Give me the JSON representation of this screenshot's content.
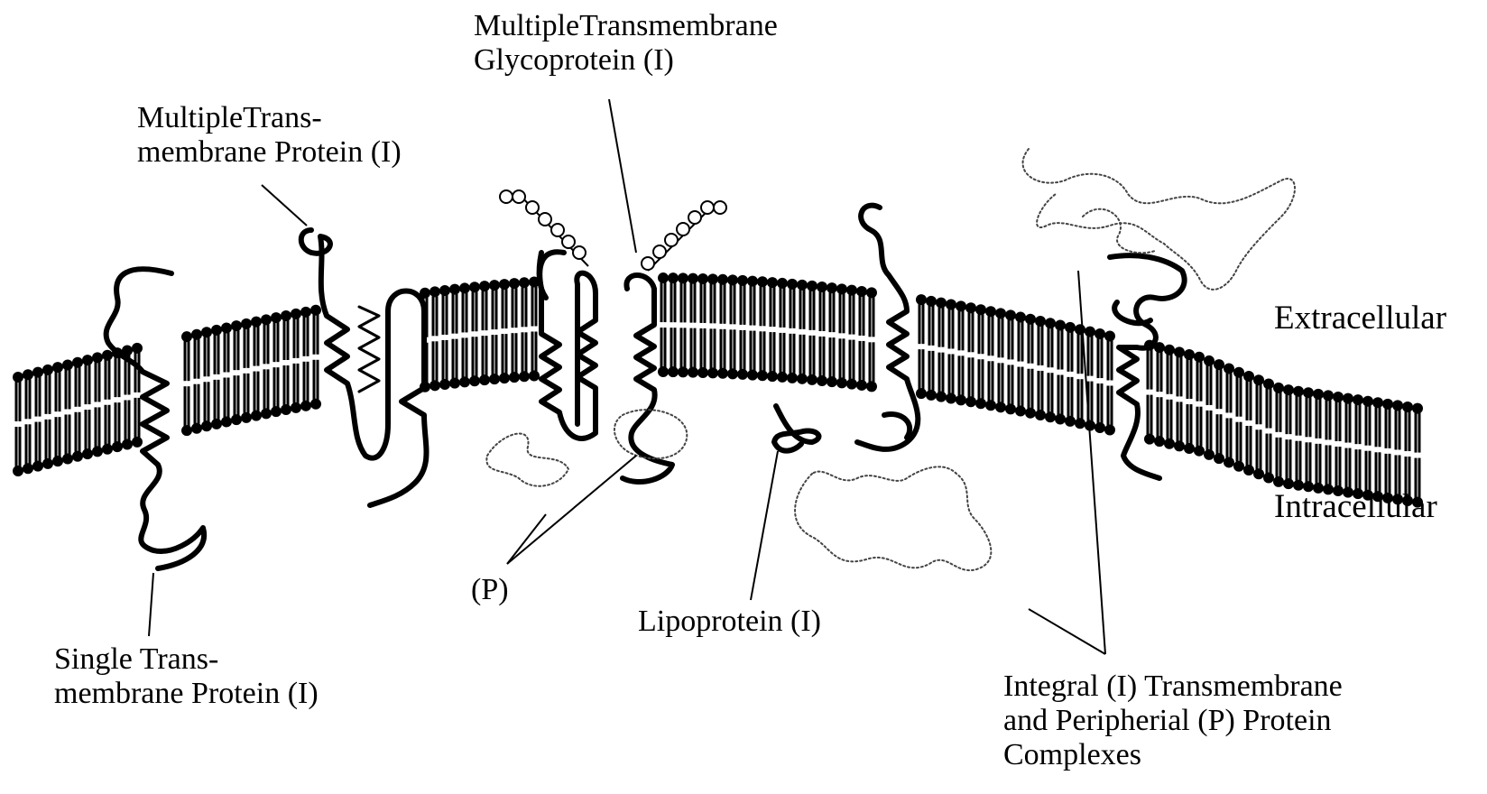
{
  "labels": {
    "multiple_transmembrane_glycoprotein": [
      "MultipleTransmembrane",
      "Glycoprotein (I)"
    ],
    "multiple_transmembrane_protein": [
      "MultipleTrans-",
      "membrane Protein (I)"
    ],
    "single_transmembrane_protein": [
      "Single Trans-",
      "membrane Protein (I)"
    ],
    "peripheral": "(P)",
    "lipoprotein": "Lipoprotein (I)",
    "complexes": [
      "Integral (I) Transmembrane",
      "and Peripherial (P) Protein",
      "Complexes"
    ],
    "extracellular": "Extracellular",
    "intracellular": "Intracellular"
  }
}
